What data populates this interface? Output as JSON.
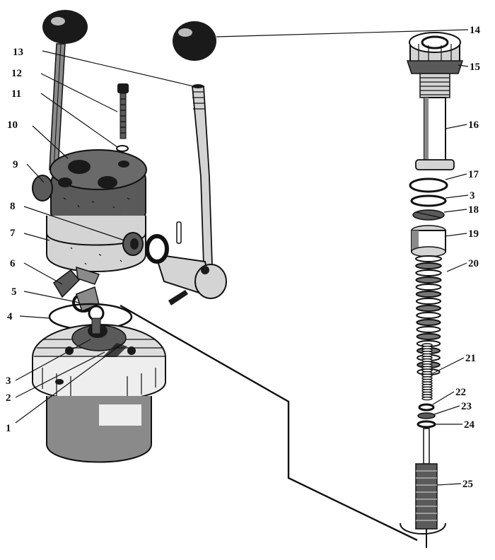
{
  "diagram": {
    "callouts": [
      {
        "id": "c1",
        "text": "1"
      },
      {
        "id": "c2",
        "text": "2"
      },
      {
        "id": "c3a",
        "text": "3"
      },
      {
        "id": "c4",
        "text": "4"
      },
      {
        "id": "c5",
        "text": "5"
      },
      {
        "id": "c6",
        "text": "6"
      },
      {
        "id": "c7",
        "text": "7"
      },
      {
        "id": "c8",
        "text": "8"
      },
      {
        "id": "c9",
        "text": "9"
      },
      {
        "id": "c10",
        "text": "10"
      },
      {
        "id": "c11",
        "text": "11"
      },
      {
        "id": "c12",
        "text": "12"
      },
      {
        "id": "c13",
        "text": "13"
      },
      {
        "id": "c14",
        "text": "14"
      },
      {
        "id": "c15",
        "text": "15"
      },
      {
        "id": "c16",
        "text": "16"
      },
      {
        "id": "c17",
        "text": "17"
      },
      {
        "id": "c3b",
        "text": "3"
      },
      {
        "id": "c18",
        "text": "18"
      },
      {
        "id": "c19",
        "text": "19"
      },
      {
        "id": "c20",
        "text": "20"
      },
      {
        "id": "c21",
        "text": "21"
      },
      {
        "id": "c22",
        "text": "22"
      },
      {
        "id": "c23",
        "text": "23"
      },
      {
        "id": "c24",
        "text": "24"
      },
      {
        "id": "c25",
        "text": "25"
      }
    ]
  }
}
